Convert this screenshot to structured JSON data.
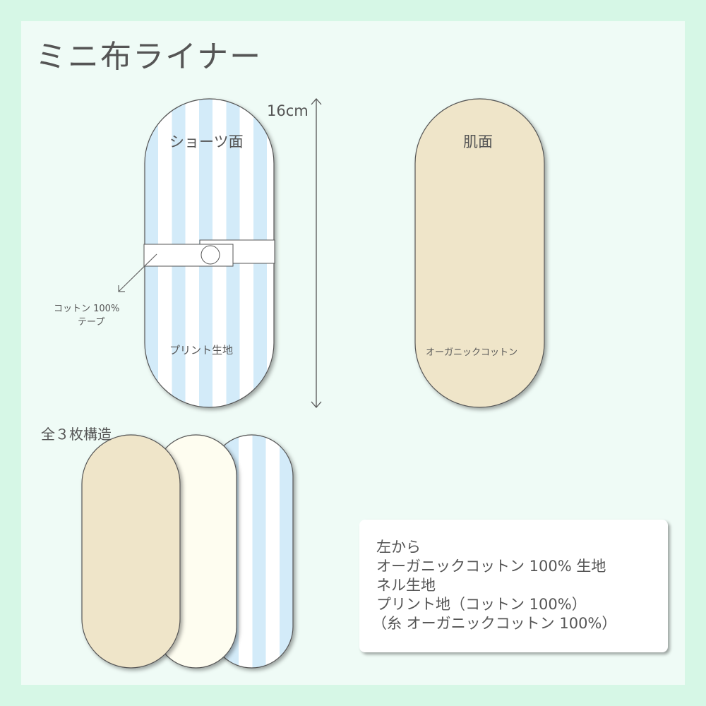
{
  "title": "ミニ布ライナー",
  "shorts_side": {
    "label": "ショーツ面",
    "fabric_label": "プリント生地",
    "tape_label_line1": "コットン 100%",
    "tape_label_line2": "テープ"
  },
  "dimension": {
    "label": "16cm"
  },
  "skin_side": {
    "label": "肌面",
    "fabric_label": "オーガニックコットン"
  },
  "layers": {
    "label": "全３枚構造"
  },
  "info_box": {
    "lines": [
      "左から",
      "オーガニックコットン 100% 生地",
      "ネル生地",
      "プリント地（コットン 100%）",
      "（糸 オーガニックコットン 100%）"
    ]
  },
  "colors": {
    "stripe_blue": "#d3ebf9",
    "beige": "#efe5c9",
    "cream": "#fefdf0",
    "background": "#effbf6",
    "frame": "#d6f7e6"
  }
}
